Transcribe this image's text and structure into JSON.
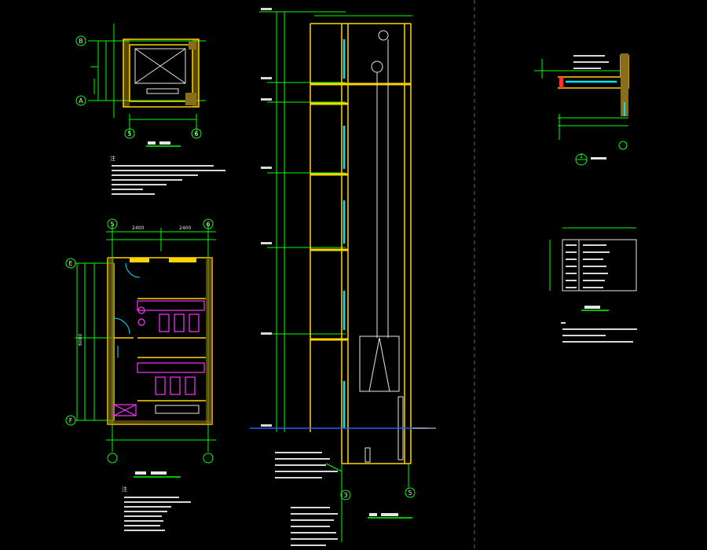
{
  "drawing": {
    "colors": {
      "background": "#000000",
      "dimension": "#00ff00",
      "wall": "#ffd400",
      "text": "#e6e6e6",
      "fixture": "#ff33ff",
      "glass": "#00e5ff",
      "red": "#ff3030",
      "ground": "#2a5cff"
    },
    "grid_bubbles_plan1": [
      "B",
      "A",
      "5",
      "6"
    ],
    "grid_bubbles_plan2": [
      "E",
      "F",
      "5",
      "6"
    ],
    "grid_bubbles_section": [
      "3",
      "5"
    ],
    "detail_bubble": "1",
    "dims": {
      "plan2_top": [
        "2400",
        "2400"
      ],
      "plan2_left": "6000"
    },
    "note_glyph": "注"
  }
}
